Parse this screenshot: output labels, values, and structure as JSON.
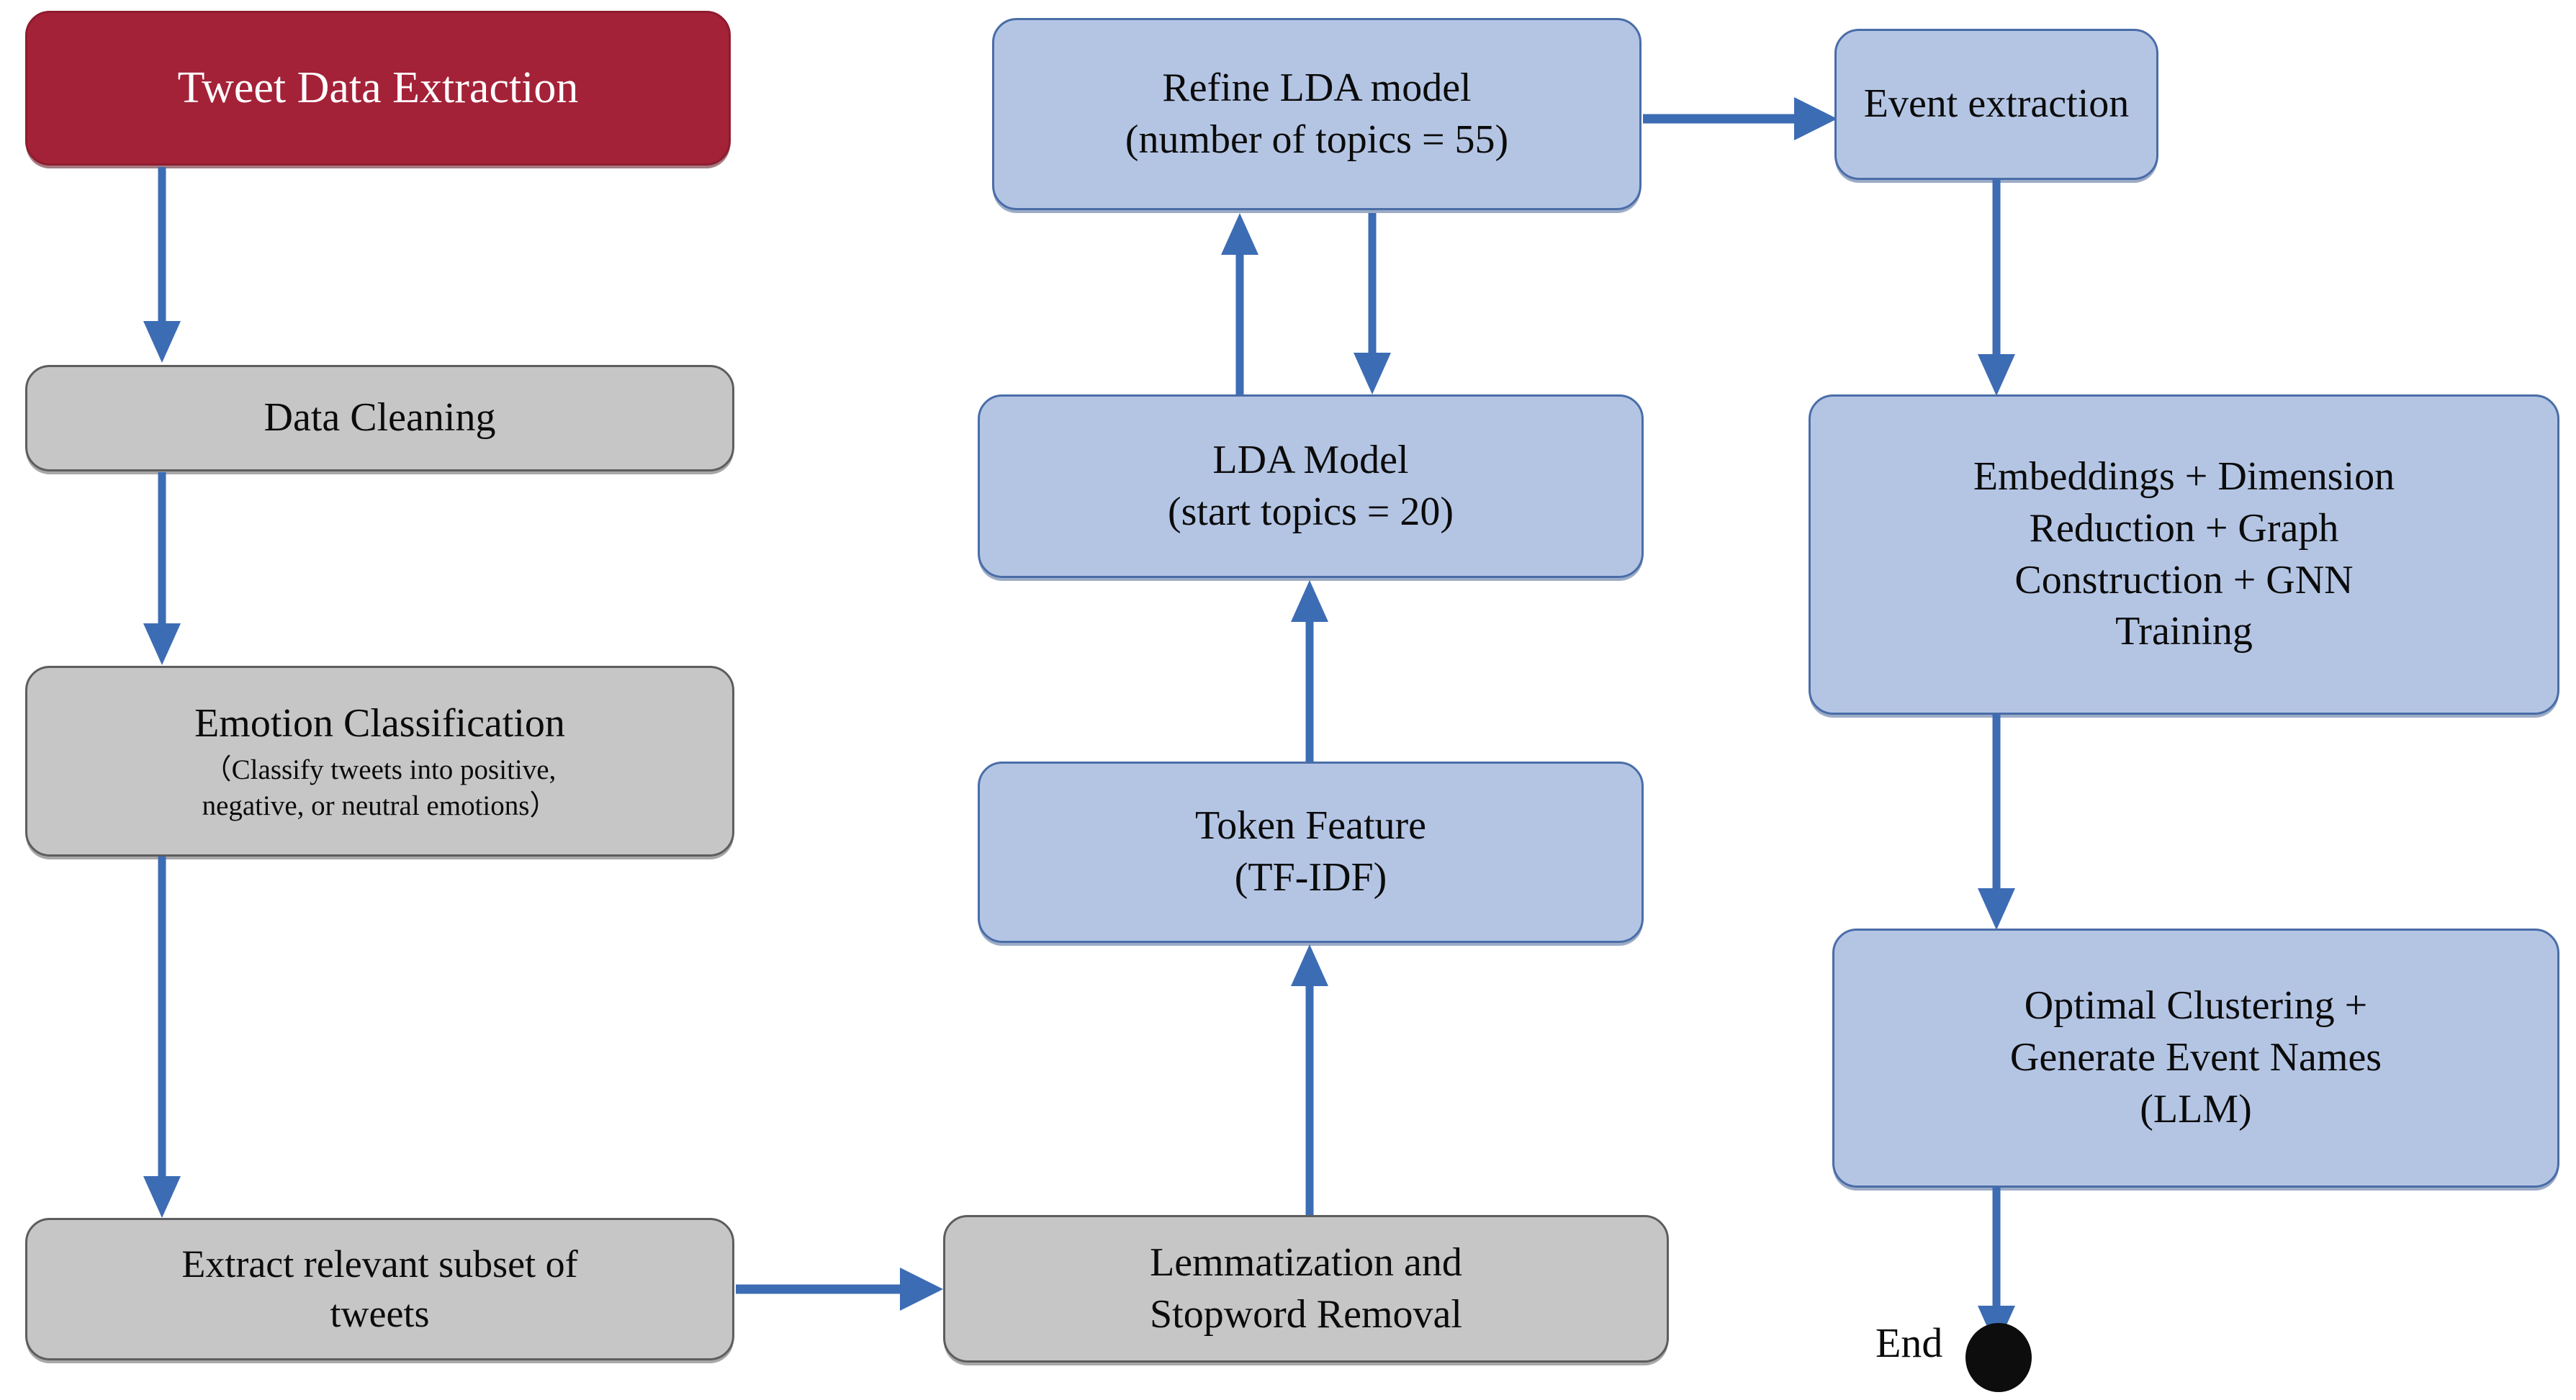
{
  "diagram": {
    "title": "Tweet analysis and event extraction pipeline flowchart",
    "colors": {
      "start_fill": "#A42238",
      "process_fill": "#C6C6C6",
      "model_fill": "#B4C5E4",
      "arrow": "#3C6CB4",
      "end_node": "#0D0D0D",
      "background": "#FFFFFF"
    }
  },
  "nodes": {
    "tweet_data_extraction": "Tweet Data Extraction",
    "data_cleaning": "Data Cleaning",
    "emotion_classification": "Emotion Classification\n（Classify tweets into positive, negative, or neutral emotions）",
    "emotion_classification_title": "Emotion Classification",
    "emotion_classification_detail": "（Classify tweets into positive,\nnegative, or neutral emotions）",
    "extract_subset": "Extract relevant subset of\ntweets",
    "lemmatization": "Lemmatization and\nStopword Removal",
    "token_feature": "Token Feature\n(TF-IDF)",
    "lda_model": "LDA Model\n(start topics = 20)",
    "refine_lda": "Refine LDA model\n(number of topics = 55)",
    "event_extraction": "Event extraction",
    "embeddings_gnn": "Embeddings + Dimension\nReduction + Graph\nConstruction + GNN\nTraining",
    "optimal_clustering": "Optimal Clustering +\nGenerate Event Names\n(LLM)",
    "end_label": "End"
  },
  "edges": [
    {
      "id": "e1",
      "from": "tweet_data_extraction",
      "to": "data_cleaning",
      "direction": "down"
    },
    {
      "id": "e2",
      "from": "data_cleaning",
      "to": "emotion_classification",
      "direction": "down"
    },
    {
      "id": "e3",
      "from": "emotion_classification",
      "to": "extract_subset",
      "direction": "down"
    },
    {
      "id": "e4",
      "from": "extract_subset",
      "to": "lemmatization",
      "direction": "right"
    },
    {
      "id": "e5",
      "from": "lemmatization",
      "to": "token_feature",
      "direction": "up"
    },
    {
      "id": "e6",
      "from": "token_feature",
      "to": "lda_model",
      "direction": "up"
    },
    {
      "id": "e7",
      "from": "lda_model",
      "to": "refine_lda",
      "direction": "up"
    },
    {
      "id": "e8",
      "from": "refine_lda",
      "to": "lda_model",
      "direction": "down"
    },
    {
      "id": "e9",
      "from": "refine_lda",
      "to": "event_extraction",
      "direction": "right"
    },
    {
      "id": "e10",
      "from": "event_extraction",
      "to": "embeddings_gnn",
      "direction": "down"
    },
    {
      "id": "e11",
      "from": "embeddings_gnn",
      "to": "optimal_clustering",
      "direction": "down"
    },
    {
      "id": "e12",
      "from": "optimal_clustering",
      "to": "end_label",
      "direction": "down"
    }
  ]
}
